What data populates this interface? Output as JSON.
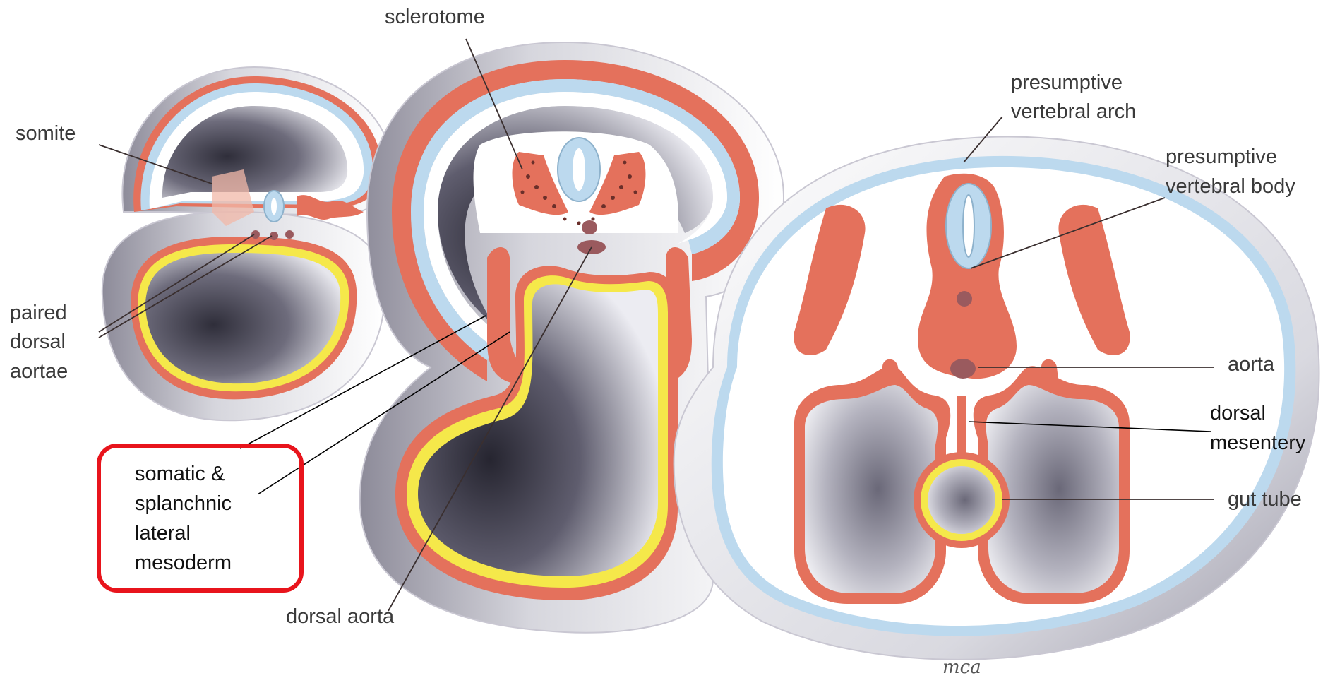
{
  "labels": {
    "sclerotome": "sclerotome",
    "somite": "somite",
    "paired": [
      "paired",
      "dorsal",
      "aortae"
    ],
    "presumptive_arch": [
      "presumptive",
      "vertebral arch"
    ],
    "presumptive_body": [
      "presumptive",
      "vertebral body"
    ],
    "aorta": "aorta",
    "dorsal_mesentery": [
      "dorsal",
      "mesentery"
    ],
    "gut_tube": "gut tube",
    "dorsal_aorta": "dorsal aorta",
    "lateral_mesoderm": [
      "somatic &",
      "splanchnic",
      "lateral",
      "mesoderm"
    ],
    "signature": "mca"
  },
  "colors": {
    "mesoderm": "#e4715c",
    "ectoderm": "#bcd9ee",
    "endoderm": "#f5e84a",
    "cavity_shadow": "#3e3d4a",
    "cavity_light": "#d8d8e0",
    "highlight_box": "#e8141c",
    "vessel": "#9a5a5e"
  }
}
